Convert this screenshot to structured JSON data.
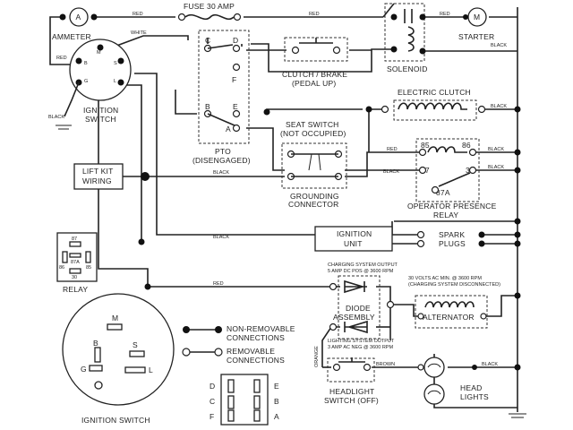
{
  "labels": {
    "fuse": "FUSE 30 AMP",
    "ammeter": "AMMETER",
    "ignition_switch_line1": "IGNITION",
    "ignition_switch_line2": "SWITCH",
    "pto_line1": "PTO",
    "pto_line2": "(DISENGAGED)",
    "clutch_brake_line1": "CLUTCH / BRAKE",
    "clutch_brake_line2": "(PEDAL UP)",
    "solenoid": "SOLENOID",
    "starter": "STARTER",
    "electric_clutch": "ELECTRIC CLUTCH",
    "seat_switch_line1": "SEAT SWITCH",
    "seat_switch_line2": "(NOT OCCUPIED)",
    "grounding_connector_line1": "GROUNDING",
    "grounding_connector_line2": "CONNECTOR",
    "operator_presence_line1": "OPERATOR PRESENCE",
    "operator_presence_line2": "RELAY",
    "lift_kit_line1": "LIFT KIT",
    "lift_kit_line2": "WIRING",
    "relay": "RELAY",
    "ignition_unit_line1": "IGNITION",
    "ignition_unit_line2": "UNIT",
    "spark_plugs_line1": "SPARK",
    "spark_plugs_line2": "PLUGS",
    "charging_output_line1": "CHARGING SYSTEM OUTPUT",
    "charging_output_line2": "5 AMP DC POS @ 3600 RPM",
    "ac_output_line1": "30 VOLTS AC MIN. @ 3600 RPM",
    "ac_output_line2": "(CHARGING SYSTEM DISCONNECTED)",
    "diode_assembly_line1": "DIODE",
    "diode_assembly_line2": "ASSEMBLY",
    "alternator": "ALTERNATOR",
    "lighting_output_line1": "LIGHTING SYSTEM OUTPUT",
    "lighting_output_line2": "3 AMP AC NEG @ 3600 RPM",
    "non_removable_line1": "NON-REMOVABLE",
    "non_removable_line2": "CONNECTIONS",
    "removable_line1": "REMOVABLE",
    "removable_line2": "CONNECTIONS",
    "headlight_switch_line1": "HEADLIGHT",
    "headlight_switch_line2": "SWITCH (OFF)",
    "head_lights_line1": "HEAD",
    "head_lights_line2": "LIGHTS",
    "ignition_switch_bottom": "IGNITION SWITCH"
  },
  "wire_colors": {
    "red_top": "RED",
    "red_solenoid": "RED",
    "red_starter": "RED",
    "white": "WHITE",
    "red_left": "RED",
    "black_ign": "BLACK",
    "black_starter": "BLACK",
    "black_clutch": "BLACK",
    "red_relay": "RED",
    "black_relay86": "BLACK",
    "black_relay": "BLACK",
    "black_relay30": "BLACK",
    "black_lift": "BLACK",
    "black_unit": "BLACK",
    "red_diode": "RED",
    "orange": "ORANGE",
    "brown": "BROWN",
    "black_lights": "BLACK"
  },
  "terminals": {
    "ammeter": "A",
    "starter": "M",
    "ign_m": "M",
    "ign_b": "B",
    "ign_s": "S",
    "ign_g": "G",
    "ign_l": "L",
    "pto_c": "C",
    "pto_d": "D",
    "pto_f": "F",
    "pto_b": "B",
    "pto_e": "E",
    "pto_a": "A",
    "relay_85": "85",
    "relay_86": "86",
    "relay_87": "87",
    "relay_30": "30",
    "relay_87a": "87A",
    "small_relay_87": "87",
    "small_relay_86": "86",
    "small_relay_87a": "87A",
    "small_relay_85": "85",
    "small_relay_30": "30",
    "big_m": "M",
    "big_b": "B",
    "big_s": "S",
    "big_g": "G",
    "big_l": "L",
    "plug_d": "D",
    "plug_c": "C",
    "plug_f": "F",
    "plug_e": "E",
    "plug_b": "B",
    "plug_a": "A"
  }
}
